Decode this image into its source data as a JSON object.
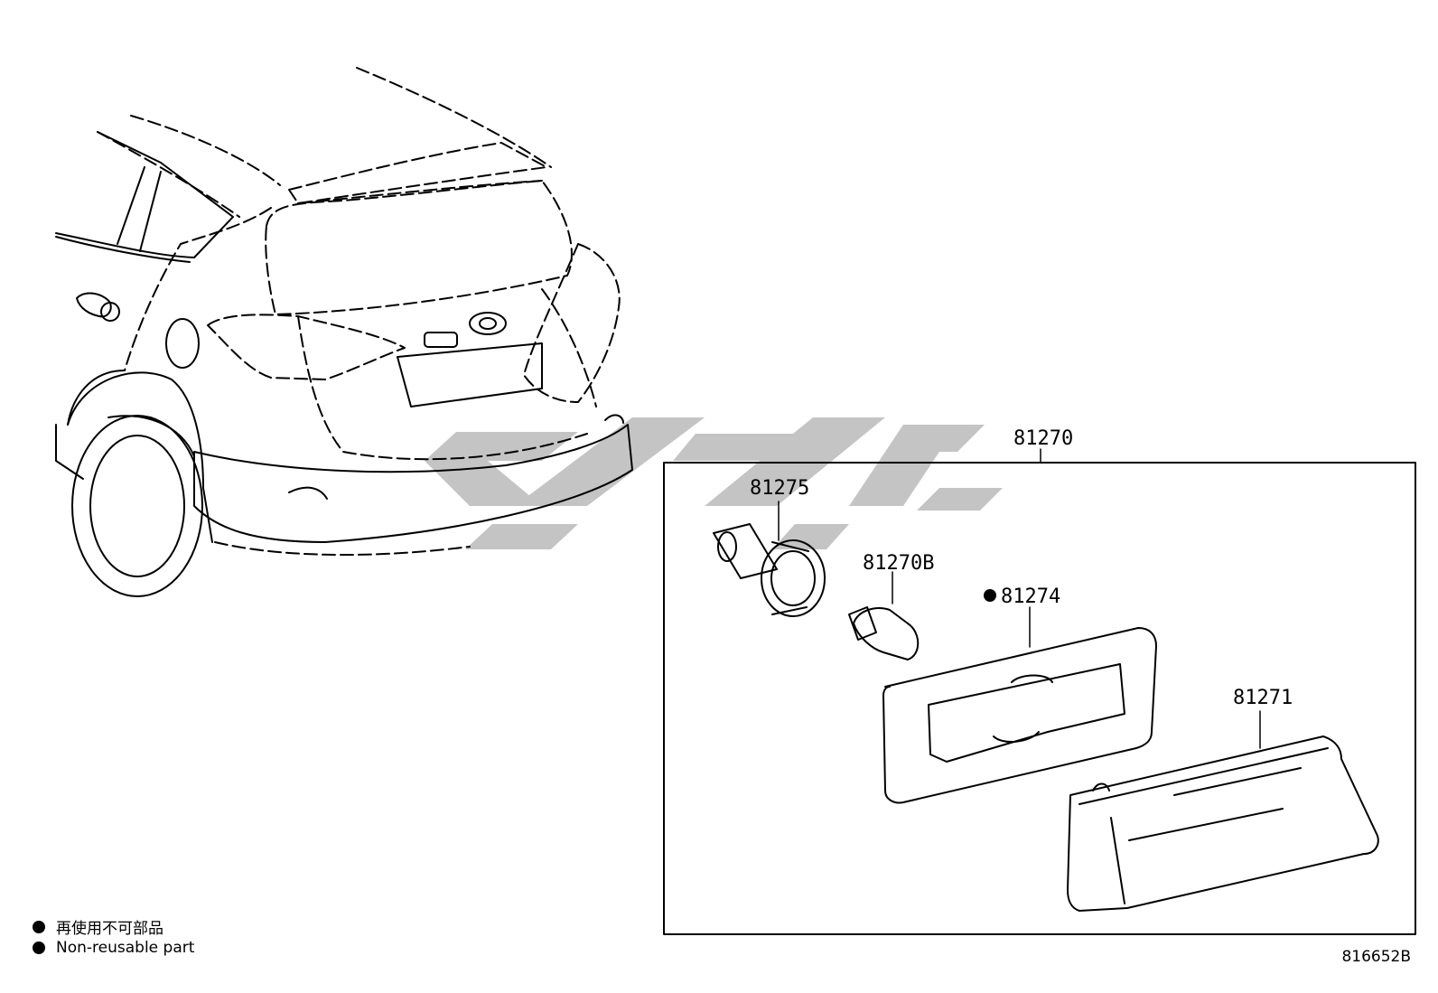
{
  "diagram": {
    "parts": {
      "assembly": "81270",
      "socket": "81275",
      "bulb": "81270B",
      "gasket": "81274",
      "lens": "81271"
    },
    "legend": [
      {
        "symbol": "●",
        "text": "再使用不可部品"
      },
      {
        "symbol": "●",
        "text": "Non-reusable part"
      }
    ],
    "drawing_number": "816652B",
    "watermark_color": "#c4c4c4"
  }
}
